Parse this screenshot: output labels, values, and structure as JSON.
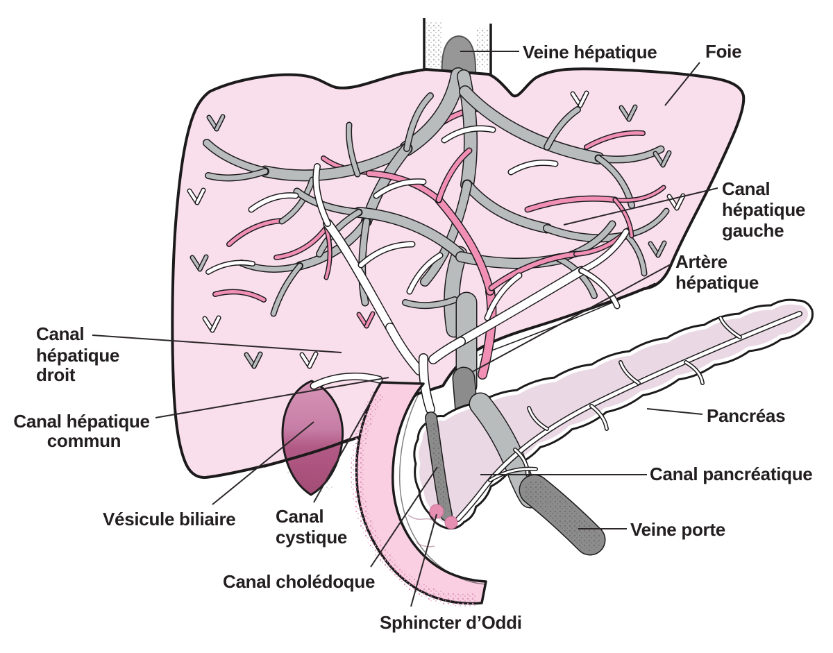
{
  "figure": {
    "kind": "anatomical-diagram",
    "language": "fr"
  },
  "labels": {
    "veine_hepatique": "Veine hépatique",
    "foie": "Foie",
    "canal_hepatique_gauche": {
      "l1": "Canal",
      "l2": "hépatique",
      "l3": "gauche"
    },
    "artere_hepatique": {
      "l1": "Artère",
      "l2": "hépatique"
    },
    "canal_hepatique_droit": {
      "l1": "Canal",
      "l2": "hépatique",
      "l3": "droit"
    },
    "canal_hepatique_commun": {
      "l1": "Canal hépatique",
      "l2": "commun"
    },
    "vesicule_biliaire": "Vésicule biliaire",
    "canal_cystique": {
      "l1": "Canal",
      "l2": "cystique"
    },
    "canal_choledoque": "Canal cholédoque",
    "sphincter_oddi": "Sphincter d’Oddi",
    "pancreas": "Pancréas",
    "canal_pancreatique": "Canal pancréatique",
    "veine_porte": "Veine porte"
  },
  "colors": {
    "background": "#ffffff",
    "liver_fill": "#f9dfec",
    "outline": "#1c1a1b",
    "vein_gray": "#b9bcbd",
    "dark_vessel_gray": "#8c8c8c",
    "ivc_dome_gray": "#979797",
    "artery_pink": "#f190b4",
    "duct_white": "#ffffff",
    "gallbladder_top": "#d795b7",
    "gallbladder_bottom": "#a54c76",
    "duodenum_fill": "#f9cfe1",
    "duodenum_stipple": "#e9a8c8",
    "pancreas_fill": "#ead9e4",
    "ampulla_pink": "#e78fb2",
    "label_color": "#231f20",
    "leader_color": "#2b2628"
  }
}
